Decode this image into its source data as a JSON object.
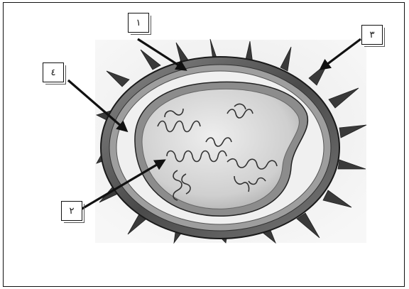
{
  "labels": [
    {
      "id": "label-1",
      "text": "١"
    },
    {
      "id": "label-2",
      "text": "٢"
    },
    {
      "id": "label-3",
      "text": "٣"
    },
    {
      "id": "label-4",
      "text": "٤"
    }
  ],
  "colors": {
    "line": "#111111",
    "paper": "#ffffff",
    "capsule_outer": "#6e6e6e",
    "capsule_inner": "#bdbdbd",
    "core_fill": "#d9d9d9"
  },
  "icons": [
    "virus-spike-icon",
    "pointer-arrow-icon"
  ]
}
